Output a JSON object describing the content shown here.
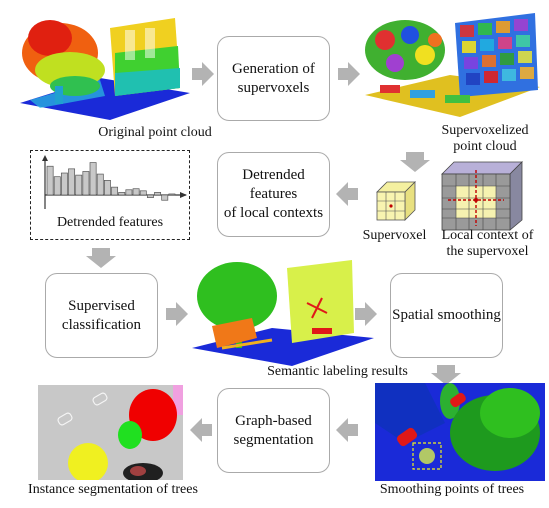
{
  "processes": {
    "generation": "Generation of\nsupervoxels",
    "detrended_local": "Detrended features\nof local contexts",
    "supervised": "Supervised\nclassification",
    "spatial": "Spatial smoothing",
    "graph": "Graph-based\nsegmentation"
  },
  "captions": {
    "original": "Original point cloud",
    "supervoxelized": "Supervoxelized\npoint cloud",
    "detrended_features": "Detrended features",
    "supervoxel": "Supervoxel",
    "local_context": "Local context of\nthe supervoxel",
    "semantic": "Semantic labeling results",
    "smoothing_points": "Smoothing points of trees",
    "instance": "Instance segmentation of trees"
  },
  "histogram": {
    "values": [
      0.55,
      0.35,
      0.42,
      0.5,
      0.38,
      0.45,
      0.62,
      0.4,
      0.28,
      0.15,
      0.05,
      0.1,
      0.12,
      0.08,
      -0.05,
      0.05,
      -0.1,
      0.02
    ]
  },
  "colors": {
    "arrow": "#b3b3b3",
    "box_border": "#aaaaaa",
    "ground_blue": "#1a2ad8",
    "tree_green": "#2fbf1f",
    "building_yellow": "#d8f04a",
    "car_red": "#e01818",
    "fence_orange": "#f07818",
    "seg_gray": "#c8c8c8"
  }
}
